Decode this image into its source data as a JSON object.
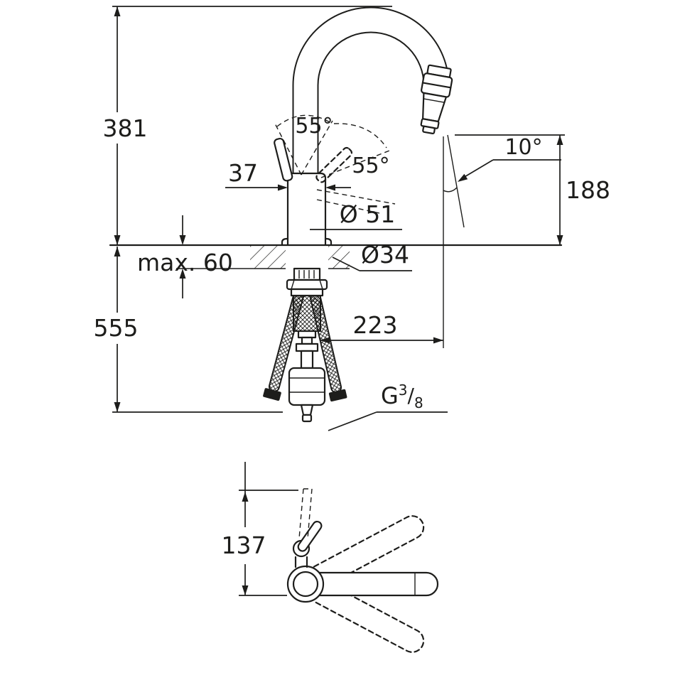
{
  "meta": {
    "background": "#ffffff",
    "line_color": "#1d1d1b",
    "description": "Technical dimension drawing of a single-lever kitchen mixer tap with pull-out spray: side elevation with installation dimensions, countertop section, supply hoses, and a plan view showing the lever and spout swivel range."
  },
  "elevation": {
    "spout_height": "381",
    "below_counter": "555",
    "counter_thickness": "max. 60",
    "body_width": "37",
    "lever_angle_1": "55°",
    "lever_angle_2": "55°",
    "spray_angle": "10°",
    "outlet_height": "188",
    "spout_diameter": "Ø 51",
    "hole_diameter": "Ø34",
    "spout_reach": "223",
    "thread": {
      "prefix": "G",
      "numerator": "3",
      "slash": "/",
      "denominator": "8"
    }
  },
  "plan": {
    "lever_height": "137"
  }
}
